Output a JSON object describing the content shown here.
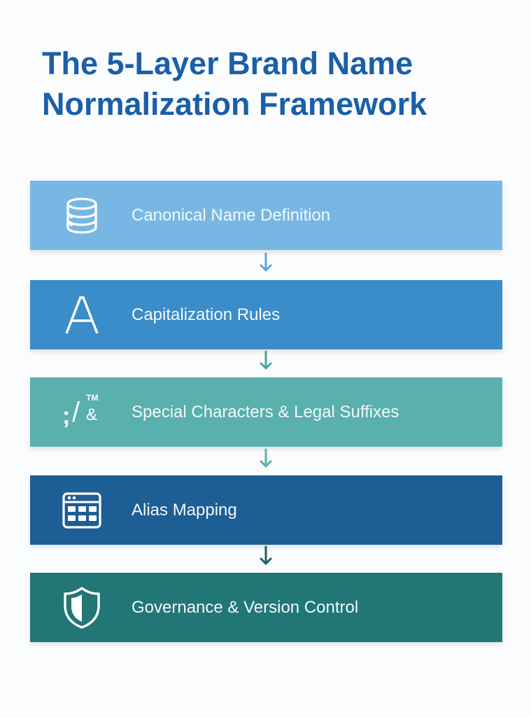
{
  "title": {
    "line1": "The 5-Layer Brand Name",
    "line2": "Normalization Framework",
    "color": "#1a5fa8"
  },
  "layers": [
    {
      "index": 1,
      "label": "Canonical Name Definition",
      "icon": "database-icon",
      "color": "#78b7e4"
    },
    {
      "index": 2,
      "label": "Capitalization Rules",
      "icon": "letter-a-icon",
      "icon_text": "A",
      "color": "#3a8dc8"
    },
    {
      "index": 3,
      "label": "Special Characters & Legal Suffixes",
      "icon": "special-characters-icon",
      "icon_glyphs": {
        "semicolon": ";",
        "slash": "/",
        "trademark": "TM",
        "ampersand": "&"
      },
      "color": "#59b0ad"
    },
    {
      "index": 4,
      "label": "Alias Mapping",
      "icon": "table-window-icon",
      "color": "#1d5e94"
    },
    {
      "index": 5,
      "label": "Governance & Version Control",
      "icon": "shield-icon",
      "color": "#227676"
    }
  ],
  "arrows": [
    {
      "from": 1,
      "to": 2,
      "color": "#5fa4d8"
    },
    {
      "from": 2,
      "to": 3,
      "color": "#4aa3a0"
    },
    {
      "from": 3,
      "to": 4,
      "color": "#5aaea9"
    },
    {
      "from": 4,
      "to": 5,
      "color": "#1f5f5f"
    }
  ]
}
